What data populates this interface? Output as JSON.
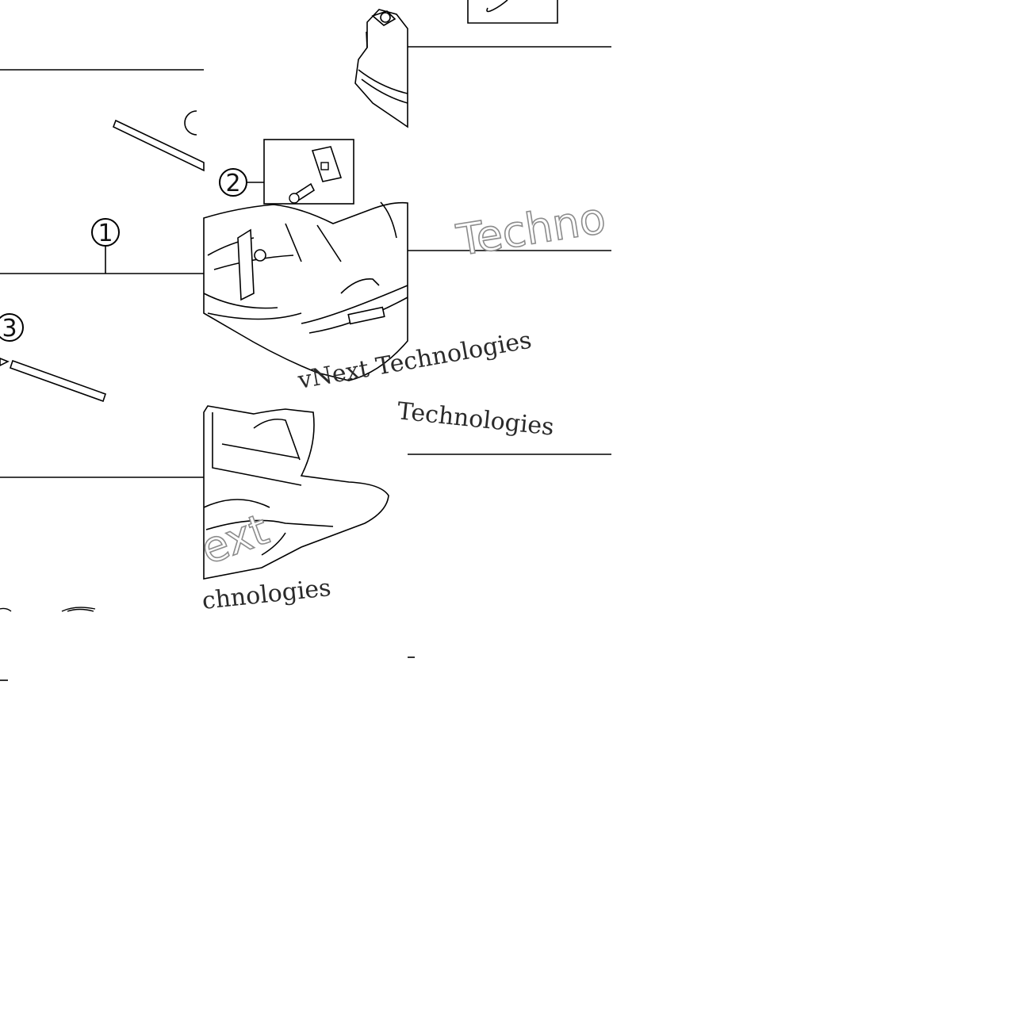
{
  "callouts": [
    {
      "id": "callout-1",
      "label": "1"
    },
    {
      "id": "callout-2",
      "label": "2"
    },
    {
      "id": "callout-3",
      "label": "3"
    }
  ],
  "watermarks": [
    {
      "text": "Techno"
    },
    {
      "text": "vNext Technologies"
    },
    {
      "text": "Technologies"
    },
    {
      "text": "chnologies"
    },
    {
      "text": "ext"
    }
  ]
}
